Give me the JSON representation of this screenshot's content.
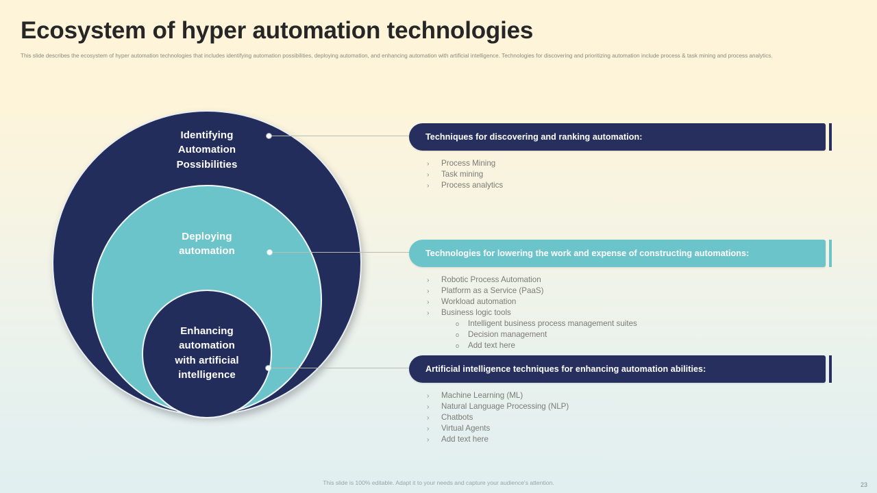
{
  "header": {
    "title": "Ecosystem of hyper automation technologies",
    "subtitle": "This slide describes the ecosystem of hyper automation technologies that includes identifying automation possibilities, deploying automation, and enhancing automation with artificial intelligence. Technologies for discovering and prioritizing automation include process & task mining and process analytics."
  },
  "colors": {
    "navy": "#262f5e",
    "teal": "#6cc4cb",
    "background_top": "#fdf4da",
    "background_bottom": "#e1eff0",
    "body_text": "#7b7b76"
  },
  "diagram": {
    "type": "concentric-circles",
    "circles": [
      {
        "id": "outer",
        "label": "Identifying\nAutomation\nPossibilities",
        "color": "#222d5c"
      },
      {
        "id": "middle",
        "label": "Deploying\nautomation",
        "color": "#6cc4cb"
      },
      {
        "id": "inner",
        "label": "Enhancing\nautomation\nwith artificial\nintelligence",
        "color": "#222d5c"
      }
    ]
  },
  "panels": [
    {
      "id": "discovering",
      "theme": "dark",
      "title": "Techniques for discovering and ranking automation:",
      "items": [
        {
          "text": "Process Mining",
          "marker": "›"
        },
        {
          "text": "Task mining",
          "marker": "›"
        },
        {
          "text": "Process analytics",
          "marker": "›"
        }
      ]
    },
    {
      "id": "constructing",
      "theme": "teal",
      "title": "Technologies for lowering the work and expense of constructing automations:",
      "items": [
        {
          "text": "Robotic Process Automation",
          "marker": "›"
        },
        {
          "text": "Platform as a Service (PaaS)",
          "marker": "›"
        },
        {
          "text": "Workload automation",
          "marker": "›"
        },
        {
          "text": "Business logic tools",
          "marker": "›",
          "children": [
            {
              "text": "Intelligent business process management suites",
              "marker": "o"
            },
            {
              "text": "Decision management",
              "marker": "o"
            },
            {
              "text": "Add text here",
              "marker": "o"
            }
          ]
        }
      ]
    },
    {
      "id": "ai",
      "theme": "dark",
      "title": "Artificial intelligence techniques for enhancing automation abilities:",
      "items": [
        {
          "text": "Machine Learning (ML)",
          "marker": "›"
        },
        {
          "text": "Natural Language Processing (NLP)",
          "marker": "›"
        },
        {
          "text": "Chatbots",
          "marker": "›"
        },
        {
          "text": "Virtual Agents",
          "marker": "›"
        },
        {
          "text": "Add text here",
          "marker": "›"
        }
      ]
    }
  ],
  "footer": {
    "note": "This slide is 100% editable. Adapt it to your needs and capture your audience's attention.",
    "page_number": "23"
  }
}
